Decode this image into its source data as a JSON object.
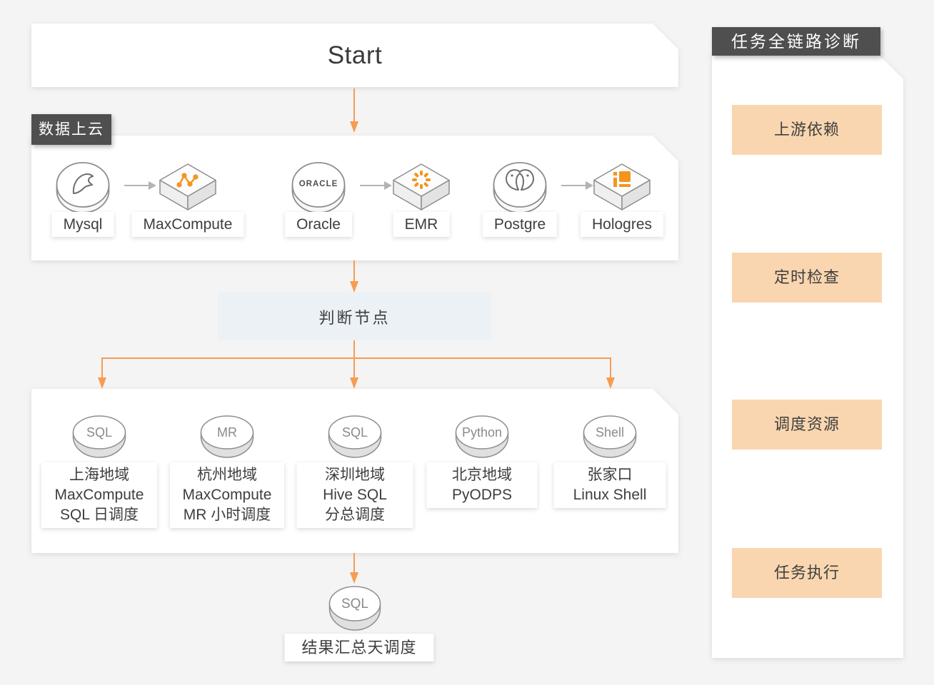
{
  "colors": {
    "accent_orange": "#F79C50",
    "icon_orange": "#F5941D",
    "peach_item_bg": "#F9D6AF",
    "dark_tag_bg": "#4F4F4F",
    "judge_node_bg": "#ECF1F6",
    "gray_arrow": "#B3B3B3",
    "background": "#F4F4F5"
  },
  "start": {
    "label": "Start"
  },
  "upload": {
    "tag": "数据上云",
    "pairs": [
      {
        "source": {
          "name": "Mysql",
          "icon": "mysql-dolphin-icon"
        },
        "target": {
          "name": "MaxCompute",
          "icon": "maxcompute-zigzag-icon"
        }
      },
      {
        "source": {
          "name": "Oracle",
          "icon": "oracle-wordmark-icon",
          "wordmark": "ORACLE"
        },
        "target": {
          "name": "EMR",
          "icon": "emr-dots-icon"
        }
      },
      {
        "source": {
          "name": "Postgre",
          "icon": "postgresql-elephant-icon"
        },
        "target": {
          "name": "Hologres",
          "icon": "hologres-logo-icon"
        }
      }
    ]
  },
  "judge": {
    "label": "判断节点"
  },
  "tasks": [
    {
      "type": "SQL",
      "lines": [
        "上海地域",
        "MaxCompute",
        "SQL 日调度"
      ]
    },
    {
      "type": "MR",
      "lines": [
        "杭州地域",
        "MaxCompute",
        "MR 小时调度"
      ]
    },
    {
      "type": "SQL",
      "lines": [
        "深圳地域",
        "Hive SQL",
        "分总调度"
      ]
    },
    {
      "type": "Python",
      "lines": [
        "北京地域",
        "PyODPS"
      ]
    },
    {
      "type": "Shell",
      "lines": [
        "张家口",
        "Linux Shell"
      ]
    }
  ],
  "result": {
    "type": "SQL",
    "label": "结果汇总天调度"
  },
  "sidebar": {
    "title": "任务全链路诊断",
    "items": [
      "上游依赖",
      "定时检查",
      "调度资源",
      "任务执行"
    ]
  }
}
